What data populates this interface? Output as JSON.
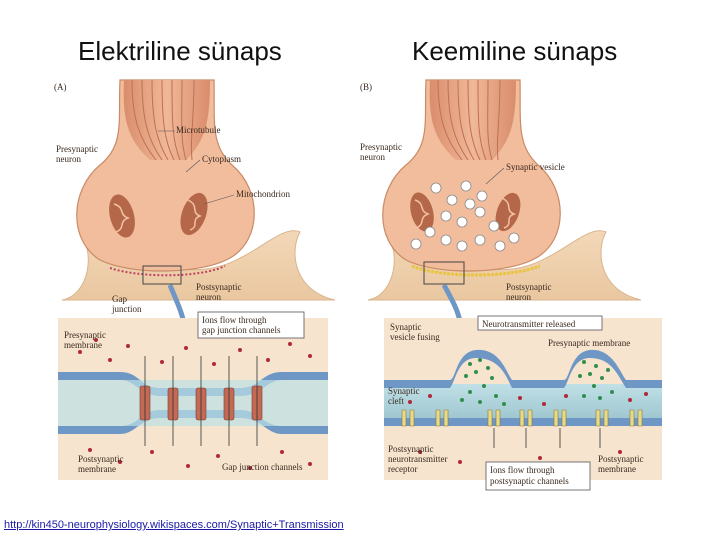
{
  "headings": {
    "left": "Elektriline sünaps",
    "right": "Keemiline sünaps"
  },
  "panel_a": {
    "letter": "(A)",
    "labels": {
      "microtubule": "Microtubule",
      "presynaptic_neuron_1": "Presynaptic",
      "presynaptic_neuron_2": "neuron",
      "cytoplasm": "Cytoplasm",
      "mitochondrion": "Mitochondrion",
      "postsynaptic_neuron_1": "Postsynaptic",
      "postsynaptic_neuron_2": "neuron",
      "gap_junction_1": "Gap",
      "gap_junction_2": "junction",
      "ions_flow_1": "Ions flow through",
      "ions_flow_2": "gap junction channels",
      "presynaptic_membrane_1": "Presynaptic",
      "presynaptic_membrane_2": "membrane",
      "postsynaptic_membrane_1": "Postsynaptic",
      "postsynaptic_membrane_2": "membrane",
      "gap_junction_channels": "Gap junction channels"
    }
  },
  "panel_b": {
    "letter": "(B)",
    "labels": {
      "presynaptic_neuron_1": "Presynaptic",
      "presynaptic_neuron_2": "neuron",
      "synaptic_vesicle": "Synaptic vesicle",
      "postsynaptic_neuron_1": "Postsynaptic",
      "postsynaptic_neuron_2": "neuron",
      "synaptic_vesicle_fusing_1": "Synaptic",
      "synaptic_vesicle_fusing_2": "vesicle fusing",
      "neurotransmitter_released": "Neurotransmitter released",
      "presynaptic_membrane": "Presynaptic membrane",
      "synaptic_cleft_1": "Synaptic",
      "synaptic_cleft_2": "cleft",
      "postsynaptic_receptor_1": "Postsynaptic",
      "postsynaptic_receptor_2": "neurotransmitter",
      "postsynaptic_receptor_3": "receptor",
      "ions_flow_1": "Ions flow through",
      "ions_flow_2": "postsynaptic channels",
      "postsynaptic_membrane_1": "Postsynaptic",
      "postsynaptic_membrane_2": "membrane"
    }
  },
  "source": {
    "url_text": "http://kin450-neurophysiology.wikispaces.com/Synaptic+Transmission"
  },
  "colors": {
    "axon": "#e8a884",
    "terminal": "#f2c2a2",
    "terminal_edge": "#c98a66",
    "mitochondrion": "#b5674a",
    "membrane_blue": "#6f97c6",
    "cleft": "#a7cdd6",
    "cytoplasm_bg": "#f6e4ce",
    "ion_red": "#b0283a",
    "neurotransmitter_green": "#2f8f4a",
    "callout_border": "#555555"
  }
}
